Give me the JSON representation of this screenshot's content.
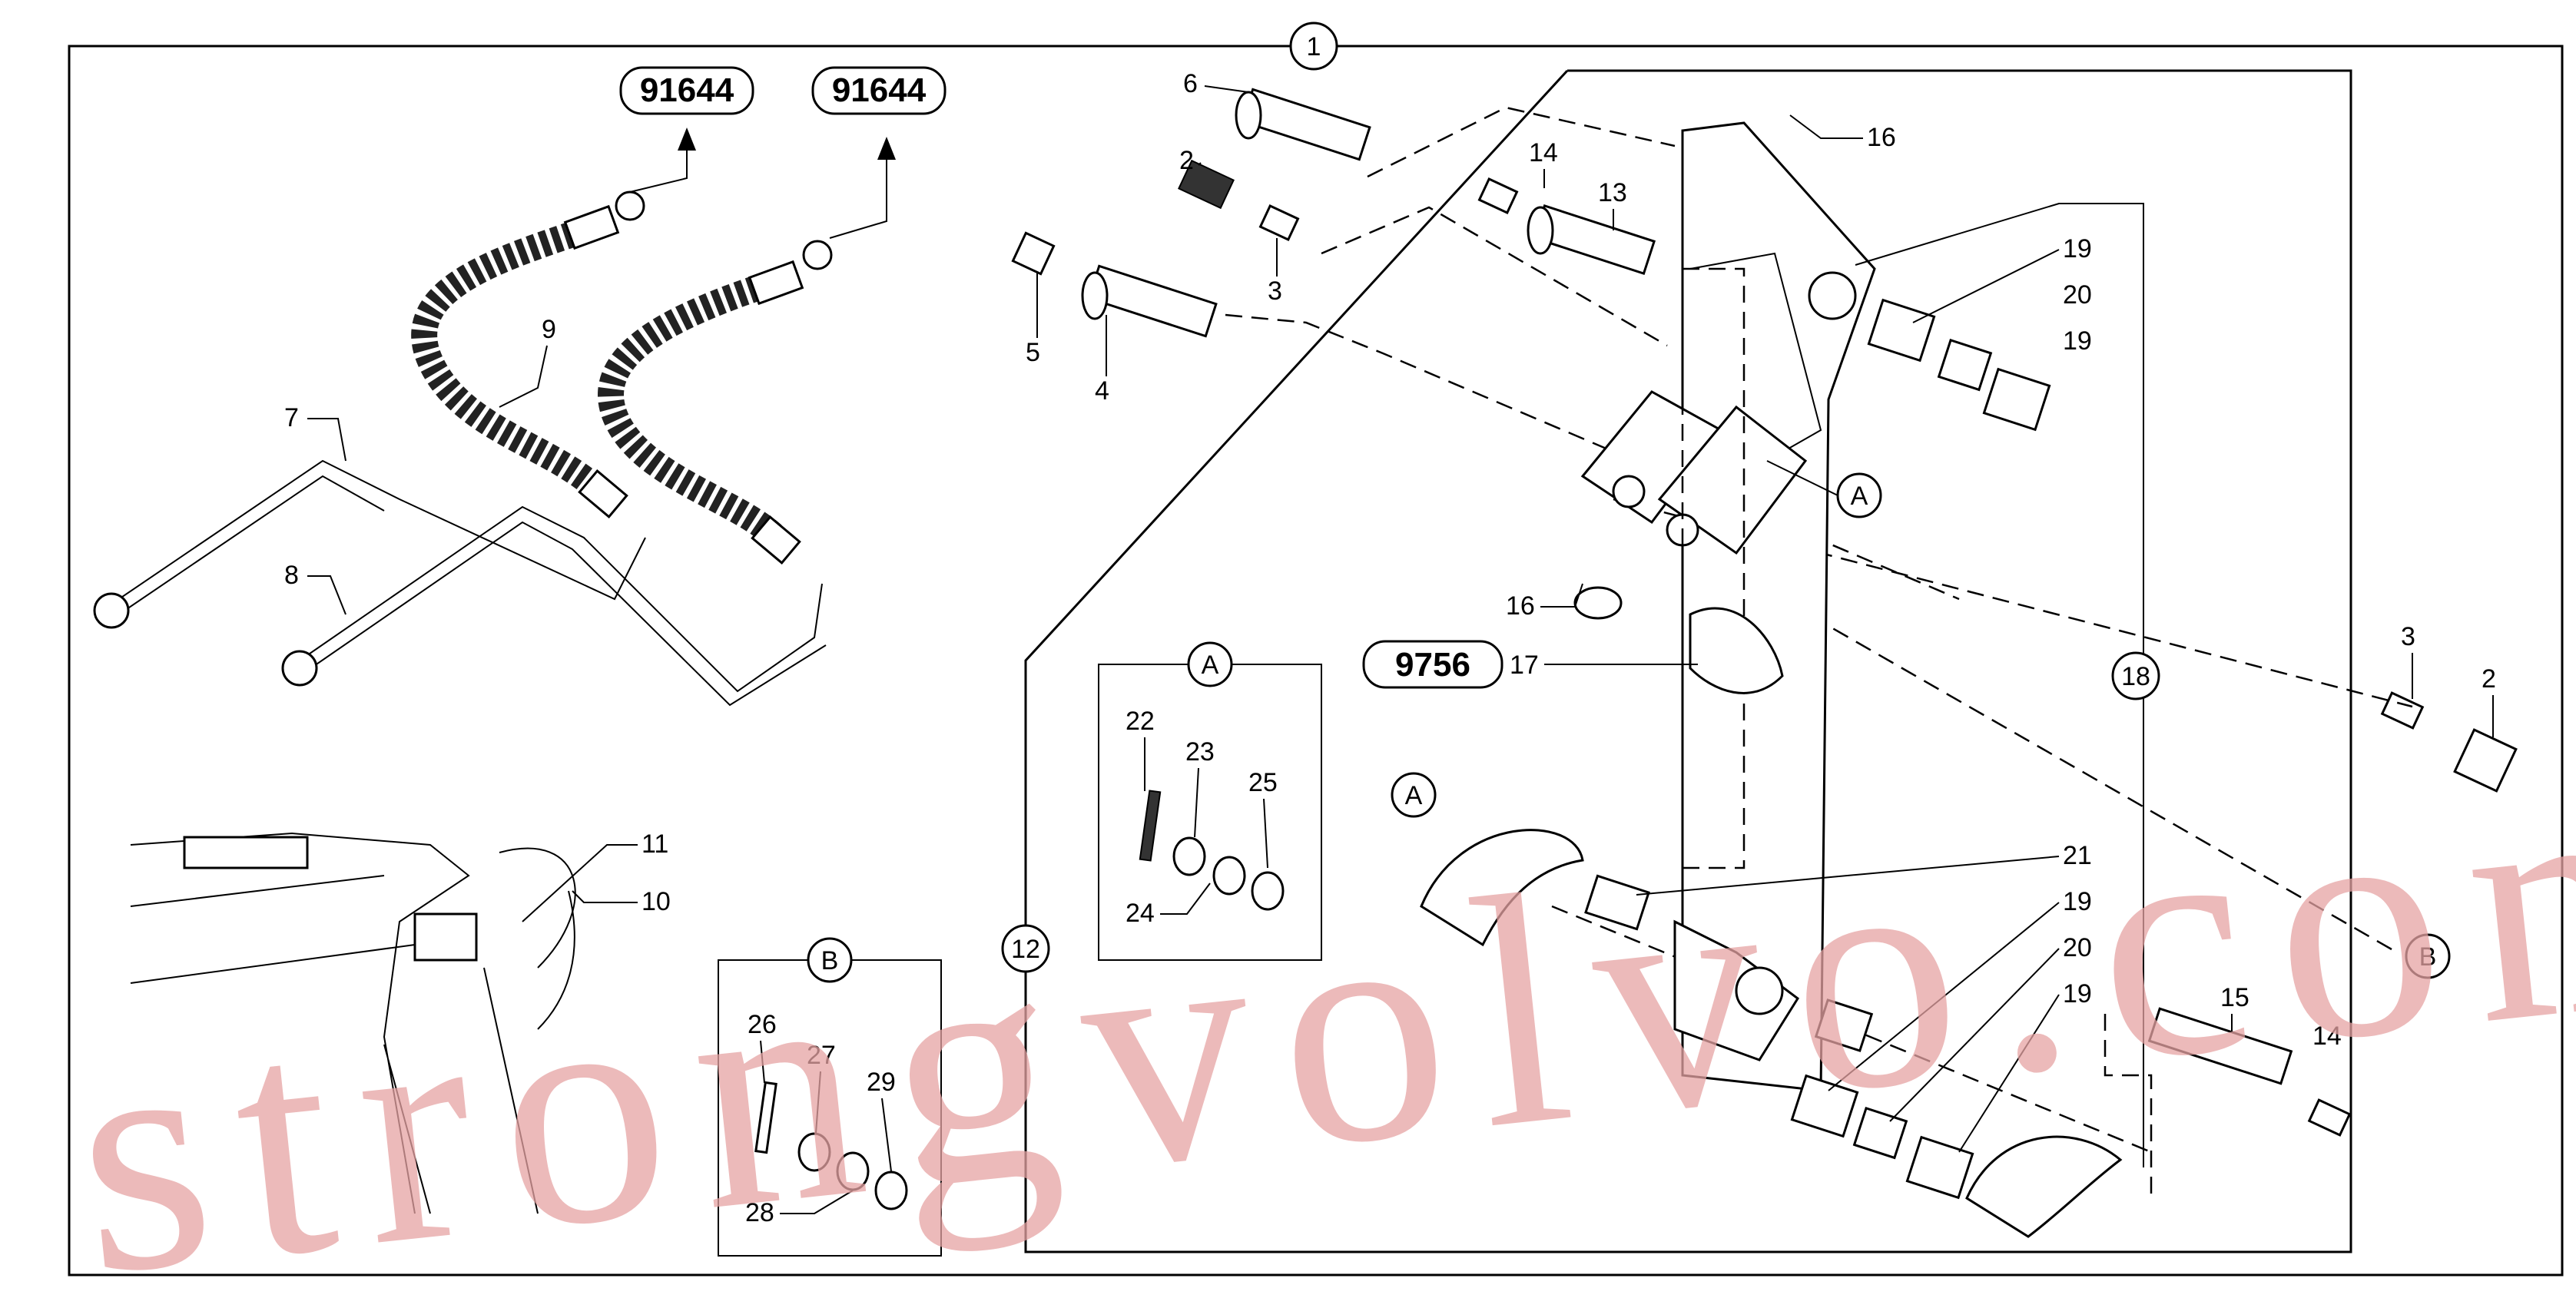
{
  "diagram": {
    "top_circle_label": "1",
    "callouts": {
      "c2": "2",
      "c3": "3",
      "c4": "4",
      "c5": "5",
      "c6": "6",
      "c7": "7",
      "c8": "8",
      "c9": "9",
      "c10": "10",
      "c11": "11",
      "c12": "12",
      "c13": "13",
      "c14": "14",
      "c15": "15",
      "c16": "16",
      "c17": "17",
      "c18": "18",
      "c19": "19",
      "c20": "20",
      "c21": "21",
      "c22": "22",
      "c23": "23",
      "c24": "24",
      "c25": "25",
      "c26": "26",
      "c27": "27",
      "c28": "28",
      "c29": "29",
      "cA": "A",
      "cB": "B"
    },
    "ref_boxes": {
      "ref_left": "91644",
      "ref_right": "91644",
      "ref_mid": "9756"
    },
    "detail_a_label": "A",
    "detail_b_label": "B"
  },
  "watermark": "strongvolvo.com"
}
